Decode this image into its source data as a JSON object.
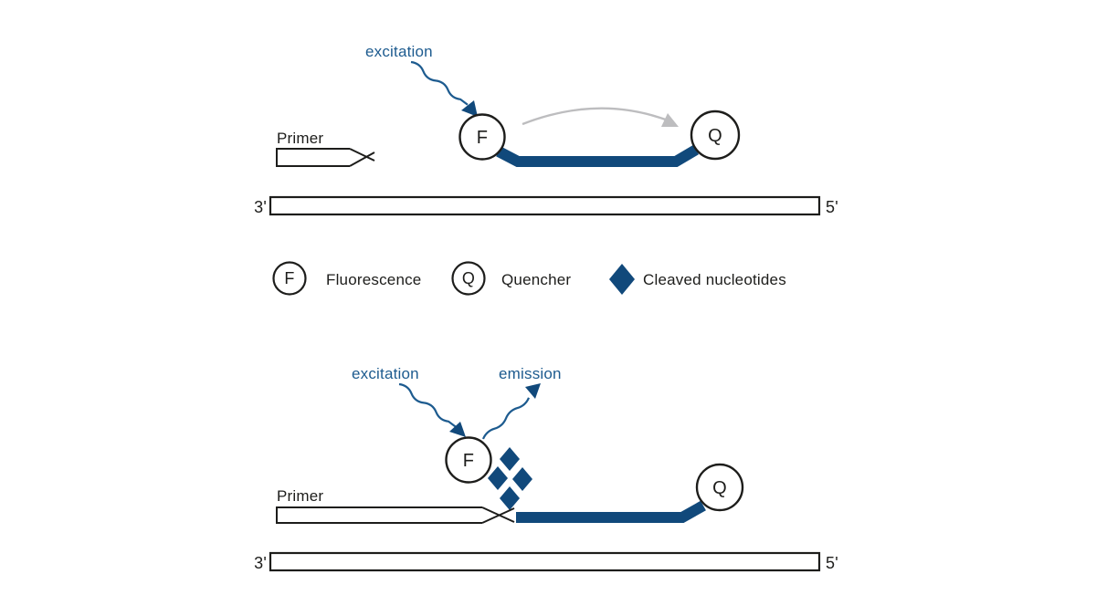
{
  "colors": {
    "accent_blue": "#1d5b8f",
    "navy": "#11497b",
    "gray_arrow": "#bdbdbf"
  },
  "top_diagram": {
    "excitation_label": "excitation",
    "primer_label": "Primer",
    "fluorophore_letter": "F",
    "quencher_letter": "Q",
    "strand_left_label": "3'",
    "strand_right_label": "5'"
  },
  "legend": {
    "items": [
      {
        "symbol": "F",
        "label": "Fluorescence"
      },
      {
        "symbol": "Q",
        "label": "Quencher"
      },
      {
        "symbol": "diamond",
        "label": "Cleaved nucleotides"
      }
    ]
  },
  "bottom_diagram": {
    "excitation_label": "excitation",
    "emission_label": "emission",
    "primer_label": "Primer",
    "fluorophore_letter": "F",
    "quencher_letter": "Q",
    "strand_left_label": "3'",
    "strand_right_label": "5'"
  }
}
